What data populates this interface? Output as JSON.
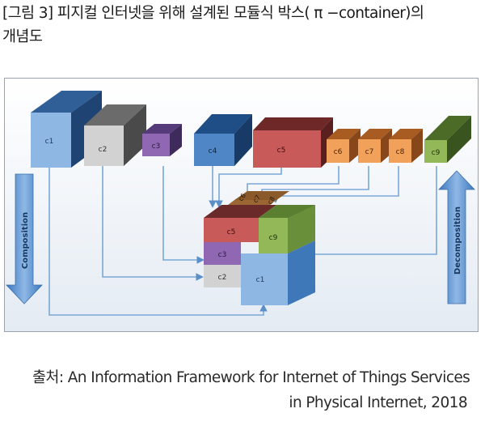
{
  "caption": {
    "title_line1": "[그림 3] 피지컬 인터넷을 위해 설계된 모듈식 박스( π −container)의",
    "title_line2": "개념도"
  },
  "diagram": {
    "left_arrow_label": "Composition",
    "right_arrow_label": "Decomposition",
    "containers": [
      "c1",
      "c2",
      "c3",
      "c4",
      "c5",
      "c6",
      "c7",
      "c8",
      "c9"
    ],
    "stack_labels": {
      "c1": "c1",
      "c2": "c2",
      "c3": "c3",
      "c5": "c5",
      "c6": "c6",
      "c7": "c7",
      "c8": "c8",
      "c9": "c9"
    },
    "colors": {
      "c1": "#8fb7e3",
      "c2": "#d2d2d2",
      "c3": "#8f67b3",
      "c4": "#4f86c6",
      "c5": "#c85a5a",
      "c6": "#f2a15a",
      "c7": "#f2a15a",
      "c8": "#f2a15a",
      "c9": "#93b858",
      "arrow": "#5b8fc7",
      "connector": "#7aa7d6"
    }
  },
  "source": {
    "line1": "출처: An Information Framework for Internet of Things Services",
    "line2": "in Physical Internet, 2018"
  }
}
